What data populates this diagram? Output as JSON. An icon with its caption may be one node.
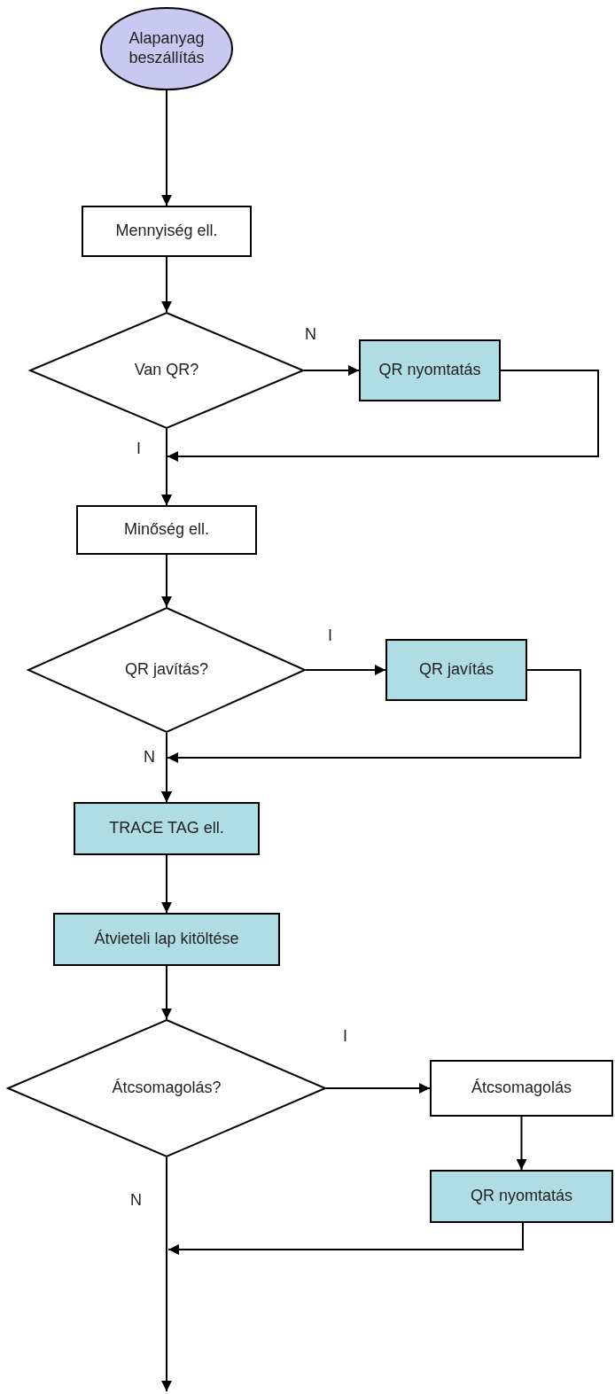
{
  "diagram": {
    "nodes": [
      {
        "text": [
          "Alapanyag beszállítás"
        ]
      },
      {
        "text": [
          "Mennyiség ell."
        ]
      },
      {
        "text": [
          "Van QR?"
        ]
      },
      {
        "text": [
          "QR nyomtatás"
        ]
      },
      {
        "text": [
          "Minőség ell."
        ]
      },
      {
        "text": [
          "QR javítás?"
        ]
      },
      {
        "text": [
          "QR javítás"
        ]
      },
      {
        "text": [
          "TRACE TAG ell."
        ]
      },
      {
        "text": [
          "Átvieteli lap kitöltése"
        ]
      },
      {
        "text": [
          "Átcsomagolás?"
        ]
      },
      {
        "text": [
          "Átcsomagolás"
        ]
      },
      {
        "text": [
          "QR nyomtatás"
        ]
      }
    ],
    "edges": [
      {
        "from": 0,
        "to": 1,
        "arrow": "to"
      },
      {
        "from": 1,
        "to": 2,
        "arrow": "to"
      },
      {
        "from": 2,
        "to": 3,
        "arrow": "to",
        "label": "N"
      },
      {
        "from": 2,
        "to": 4,
        "arrow": "to",
        "label": "I"
      },
      {
        "from": 3,
        "to": 4,
        "arrow": "to"
      },
      {
        "from": 4,
        "to": 5,
        "arrow": "to"
      },
      {
        "from": 5,
        "to": 6,
        "arrow": "to",
        "label": "I"
      },
      {
        "from": 5,
        "to": 7,
        "arrow": "to",
        "label": "N"
      },
      {
        "from": 6,
        "to": 7,
        "arrow": "to"
      },
      {
        "from": 7,
        "to": 8,
        "arrow": "to"
      },
      {
        "from": 8,
        "to": 9,
        "arrow": "to"
      },
      {
        "from": 9,
        "to": 10,
        "arrow": "to",
        "label": "I"
      },
      {
        "from": 10,
        "to": 11,
        "arrow": "to"
      },
      {
        "from": 9,
        "to": null,
        "arrow": "to",
        "label": "N"
      },
      {
        "from": 11,
        "to": null,
        "arrow": "to"
      }
    ]
  }
}
